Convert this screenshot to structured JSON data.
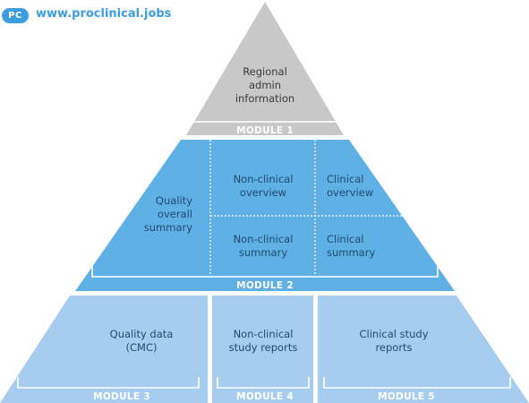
{
  "header": {
    "logo_text": "PC",
    "site_url": "www.proclinical.jobs"
  },
  "colors": {
    "brand": "#3b9de0",
    "module1": "#c8c8c8",
    "module2": "#5fb0e5",
    "lower": "#a6cdef",
    "label_dark": "#1e4a70",
    "label_gray": "#3a3a3a"
  },
  "module1": {
    "lines": [
      "Regional",
      "admin",
      "information"
    ],
    "label": "MODULE 1"
  },
  "module2": {
    "quality_summary": [
      "Quality",
      "overall",
      "summary"
    ],
    "nonclinical_overview": [
      "Non-clinical",
      "overview"
    ],
    "clinical_overview": [
      "Clinical",
      "overview"
    ],
    "nonclinical_summary": [
      "Non-clinical",
      "summary"
    ],
    "clinical_summary": [
      "Clinical",
      "summary"
    ],
    "label": "MODULE 2"
  },
  "module3": {
    "lines": [
      "Quality data",
      "(CMC)"
    ],
    "label": "MODULE 3"
  },
  "module4": {
    "lines": [
      "Non-clinical",
      "study reports"
    ],
    "label": "MODULE 4"
  },
  "module5": {
    "lines": [
      "Clinical study",
      "reports"
    ],
    "label": "MODULE 5"
  }
}
